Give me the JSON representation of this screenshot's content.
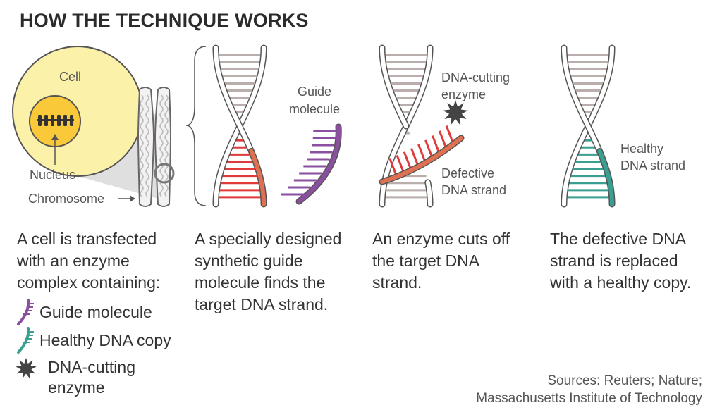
{
  "title": "HOW THE TECHNIQUE WORKS",
  "labels": {
    "cell": "Cell",
    "nucleus": "Nucleus",
    "chromosome": "Chromosome",
    "guide_molecule": [
      "Guide",
      "molecule"
    ],
    "dna_cutting_enzyme": [
      "DNA-cutting",
      "enzyme"
    ],
    "defective_dna_strand": [
      "Defective",
      "DNA strand"
    ],
    "healthy_dna_strand": [
      "Healthy",
      "DNA strand"
    ]
  },
  "steps": [
    {
      "lines": [
        "A cell is transfected",
        "with an enzyme",
        "complex containing:"
      ]
    },
    {
      "lines": [
        "A specially designed",
        "synthetic guide",
        "molecule finds the",
        "target DNA strand."
      ]
    },
    {
      "lines": [
        "An enzyme cuts off",
        "the target DNA",
        "strand."
      ]
    },
    {
      "lines": [
        "The defective DNA",
        "strand is replaced",
        "with a healthy copy."
      ]
    }
  ],
  "legend": [
    {
      "label": "Guide molecule",
      "icon": "guide-molecule-icon",
      "color": "#8a4f9e"
    },
    {
      "label": "Healthy DNA copy",
      "icon": "healthy-dna-icon",
      "color": "#3a9e91"
    },
    {
      "label_lines": [
        "DNA-cutting",
        "enzyme"
      ],
      "icon": "enzyme-icon",
      "color": "#444444"
    }
  ],
  "sources": [
    "Sources: Reuters; Nature;",
    "Massachusetts Institute of Technology"
  ],
  "colors": {
    "defective": "#e03a3a",
    "defective_backbone": "#e07052",
    "guide": "#8a4f9e",
    "healthy": "#3a9e91",
    "backbone": "#ffffff",
    "outline": "#555555",
    "rung": "#b9aeac",
    "cell_fill": "#fbf1a8",
    "nucleus_fill": "#f9c93a"
  }
}
